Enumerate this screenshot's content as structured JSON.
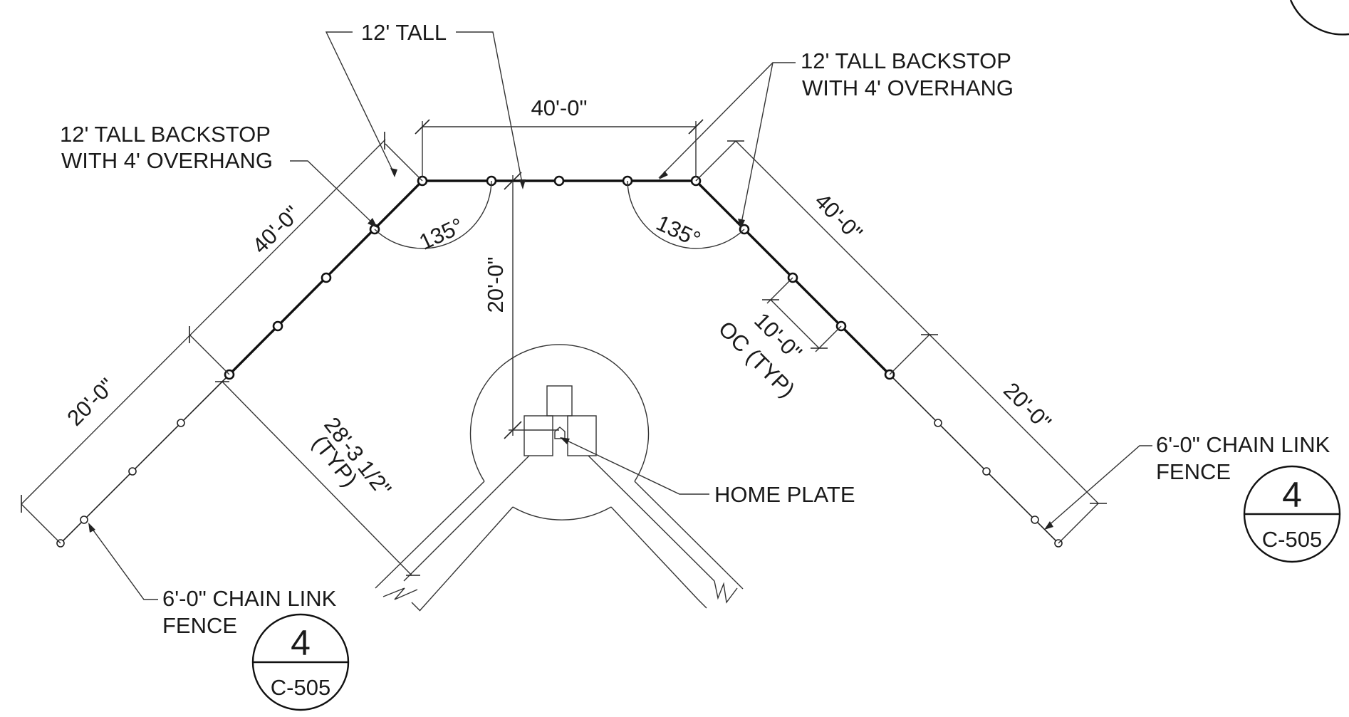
{
  "labels": {
    "tall_12": "12' TALL",
    "backstop_right_1": "12' TALL BACKSTOP",
    "backstop_right_2": "WITH 4' OVERHANG",
    "backstop_left_1": "12' TALL BACKSTOP",
    "backstop_left_2": "WITH 4' OVERHANG",
    "home_plate": "HOME PLATE",
    "fence_left_1": "6'-0\" CHAIN LINK",
    "fence_left_2": "FENCE",
    "fence_right_1": "6'-0\" CHAIN LINK",
    "fence_right_2": "FENCE"
  },
  "dimensions": {
    "top_width": "40'-0\"",
    "left_diag": "40'-0\"",
    "right_diag": "40'-0\"",
    "left_lower": "20'-0\"",
    "right_lower": "20'-0\"",
    "center_depth": "20'-0\"",
    "angle_left": "135°",
    "angle_right": "135°",
    "post_spacing_1": "10'-0\"",
    "post_spacing_2": "OC (TYP)",
    "diag_28_1": "28'-3 1/2\"",
    "diag_28_2": "(TYP)"
  },
  "detail_refs": [
    {
      "number": "4",
      "sheet": "C-505"
    },
    {
      "number": "4",
      "sheet": "C-505"
    }
  ]
}
